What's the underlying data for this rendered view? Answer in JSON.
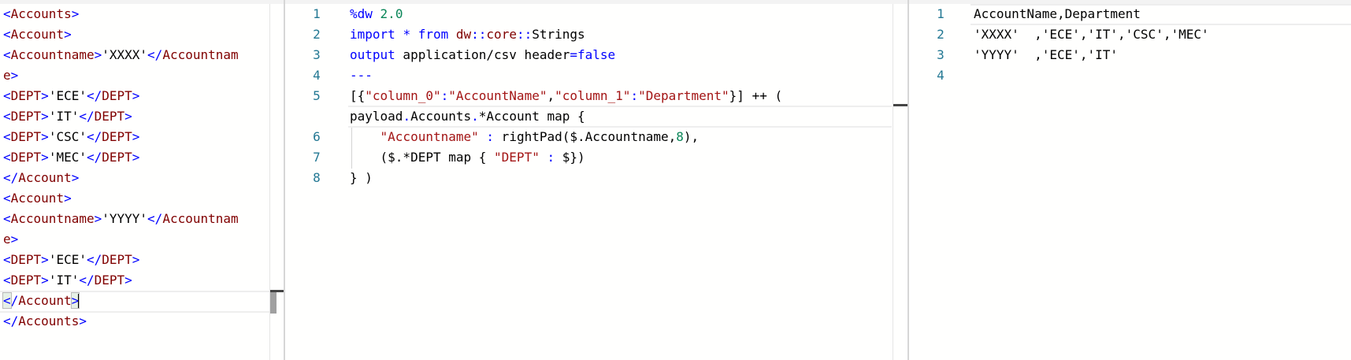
{
  "left_pane": {
    "name": "XML input payload",
    "lines": [
      [
        {
          "t": "<",
          "c": "punc"
        },
        {
          "t": "Accounts",
          "c": "tag"
        },
        {
          "t": ">",
          "c": "punc"
        }
      ],
      [
        {
          "t": "<",
          "c": "punc"
        },
        {
          "t": "Account",
          "c": "tag"
        },
        {
          "t": ">",
          "c": "punc"
        }
      ],
      [
        {
          "t": "<",
          "c": "punc"
        },
        {
          "t": "Accountname",
          "c": "tag"
        },
        {
          "t": ">",
          "c": "punc"
        },
        {
          "t": "'XXXX'",
          "c": "txt"
        },
        {
          "t": "</",
          "c": "punc"
        },
        {
          "t": "Accountnam",
          "c": "tag"
        }
      ],
      [
        {
          "t": "e",
          "c": "tag"
        },
        {
          "t": ">",
          "c": "punc"
        }
      ],
      [
        {
          "t": "<",
          "c": "punc"
        },
        {
          "t": "DEPT",
          "c": "tag"
        },
        {
          "t": ">",
          "c": "punc"
        },
        {
          "t": "'ECE'",
          "c": "txt"
        },
        {
          "t": "</",
          "c": "punc"
        },
        {
          "t": "DEPT",
          "c": "tag"
        },
        {
          "t": ">",
          "c": "punc"
        }
      ],
      [
        {
          "t": "<",
          "c": "punc"
        },
        {
          "t": "DEPT",
          "c": "tag"
        },
        {
          "t": ">",
          "c": "punc"
        },
        {
          "t": "'IT'",
          "c": "txt"
        },
        {
          "t": "</",
          "c": "punc"
        },
        {
          "t": "DEPT",
          "c": "tag"
        },
        {
          "t": ">",
          "c": "punc"
        }
      ],
      [
        {
          "t": "<",
          "c": "punc"
        },
        {
          "t": "DEPT",
          "c": "tag"
        },
        {
          "t": ">",
          "c": "punc"
        },
        {
          "t": "'CSC'",
          "c": "txt"
        },
        {
          "t": "</",
          "c": "punc"
        },
        {
          "t": "DEPT",
          "c": "tag"
        },
        {
          "t": ">",
          "c": "punc"
        }
      ],
      [
        {
          "t": "<",
          "c": "punc"
        },
        {
          "t": "DEPT",
          "c": "tag"
        },
        {
          "t": ">",
          "c": "punc"
        },
        {
          "t": "'MEC'",
          "c": "txt"
        },
        {
          "t": "</",
          "c": "punc"
        },
        {
          "t": "DEPT",
          "c": "tag"
        },
        {
          "t": ">",
          "c": "punc"
        }
      ],
      [
        {
          "t": "</",
          "c": "punc"
        },
        {
          "t": "Account",
          "c": "tag"
        },
        {
          "t": ">",
          "c": "punc"
        }
      ],
      [
        {
          "t": "<",
          "c": "punc"
        },
        {
          "t": "Account",
          "c": "tag"
        },
        {
          "t": ">",
          "c": "punc"
        }
      ],
      [
        {
          "t": "<",
          "c": "punc"
        },
        {
          "t": "Accountname",
          "c": "tag"
        },
        {
          "t": ">",
          "c": "punc"
        },
        {
          "t": "'YYYY'",
          "c": "txt"
        },
        {
          "t": "</",
          "c": "punc"
        },
        {
          "t": "Accountnam",
          "c": "tag"
        }
      ],
      [
        {
          "t": "e",
          "c": "tag"
        },
        {
          "t": ">",
          "c": "punc"
        }
      ],
      [
        {
          "t": "<",
          "c": "punc"
        },
        {
          "t": "DEPT",
          "c": "tag"
        },
        {
          "t": ">",
          "c": "punc"
        },
        {
          "t": "'ECE'",
          "c": "txt"
        },
        {
          "t": "</",
          "c": "punc"
        },
        {
          "t": "DEPT",
          "c": "tag"
        },
        {
          "t": ">",
          "c": "punc"
        }
      ],
      [
        {
          "t": "<",
          "c": "punc"
        },
        {
          "t": "DEPT",
          "c": "tag"
        },
        {
          "t": ">",
          "c": "punc"
        },
        {
          "t": "'IT'",
          "c": "txt"
        },
        {
          "t": "</",
          "c": "punc"
        },
        {
          "t": "DEPT",
          "c": "tag"
        },
        {
          "t": ">",
          "c": "punc"
        }
      ],
      [
        {
          "t": "<",
          "c": "punc bracket-match"
        },
        {
          "t": "/",
          "c": "punc"
        },
        {
          "t": "Account",
          "c": "tag"
        },
        {
          "t": ">",
          "c": "punc bracket-match"
        },
        {
          "t": "",
          "c": "caret"
        }
      ],
      [
        {
          "t": "</",
          "c": "punc"
        },
        {
          "t": "Accounts",
          "c": "tag"
        },
        {
          "t": ">",
          "c": "punc"
        }
      ]
    ],
    "current_line_index": 14
  },
  "middle_pane": {
    "name": "DataWeave script editor",
    "lines": [
      {
        "num": "1",
        "tokens": [
          {
            "t": "%dw",
            "c": "kw"
          },
          {
            "t": " ",
            "c": "txt"
          },
          {
            "t": "2.0",
            "c": "num"
          }
        ]
      },
      {
        "num": "2",
        "tokens": [
          {
            "t": "import",
            "c": "kw"
          },
          {
            "t": " ",
            "c": "txt"
          },
          {
            "t": "*",
            "c": "op"
          },
          {
            "t": " ",
            "c": "txt"
          },
          {
            "t": "from",
            "c": "kw"
          },
          {
            "t": " ",
            "c": "txt"
          },
          {
            "t": "dw",
            "c": "ns"
          },
          {
            "t": "::",
            "c": "op"
          },
          {
            "t": "core",
            "c": "ns"
          },
          {
            "t": "::",
            "c": "op"
          },
          {
            "t": "Strings",
            "c": "txt"
          }
        ]
      },
      {
        "num": "3",
        "tokens": [
          {
            "t": "output",
            "c": "kw"
          },
          {
            "t": " application/csv header",
            "c": "txt"
          },
          {
            "t": "=",
            "c": "op"
          },
          {
            "t": "false",
            "c": "kw"
          }
        ]
      },
      {
        "num": "4",
        "tokens": [
          {
            "t": "---",
            "c": "kw"
          }
        ]
      },
      {
        "num": "5",
        "tokens": [
          {
            "t": "[{",
            "c": "txt"
          },
          {
            "t": "\"column_0\"",
            "c": "str"
          },
          {
            "t": ":",
            "c": "op"
          },
          {
            "t": "\"AccountName\"",
            "c": "str"
          },
          {
            "t": ",",
            "c": "txt"
          },
          {
            "t": "\"column_1\"",
            "c": "str"
          },
          {
            "t": ":",
            "c": "op"
          },
          {
            "t": "\"Department\"",
            "c": "str"
          },
          {
            "t": "}] ++ (",
            "c": "txt"
          }
        ]
      },
      {
        "num": "",
        "tokens": [
          {
            "t": "payload",
            "c": "txt"
          },
          {
            "t": ".",
            "c": "op"
          },
          {
            "t": "Accounts",
            "c": "txt"
          },
          {
            "t": ".",
            "c": "op"
          },
          {
            "t": "*Account map {",
            "c": "txt"
          }
        ]
      },
      {
        "num": "6",
        "tokens": [
          {
            "t": "    ",
            "c": "txt"
          },
          {
            "t": "\"Accountname\"",
            "c": "str"
          },
          {
            "t": " ",
            "c": "txt"
          },
          {
            "t": ":",
            "c": "op"
          },
          {
            "t": " rightPad($.Accountname,",
            "c": "txt"
          },
          {
            "t": "8",
            "c": "num"
          },
          {
            "t": "),",
            "c": "txt"
          }
        ]
      },
      {
        "num": "7",
        "tokens": [
          {
            "t": "    ($.*DEPT map { ",
            "c": "txt"
          },
          {
            "t": "\"DEPT\"",
            "c": "str"
          },
          {
            "t": " ",
            "c": "txt"
          },
          {
            "t": ":",
            "c": "op"
          },
          {
            "t": " $})",
            "c": "txt"
          }
        ]
      },
      {
        "num": "8",
        "tokens": [
          {
            "t": "} )",
            "c": "txt"
          }
        ]
      }
    ],
    "current_line_index": 5
  },
  "right_pane": {
    "name": "CSV output preview",
    "lines": [
      {
        "num": "1",
        "text": "AccountName,Department"
      },
      {
        "num": "2",
        "text": "'XXXX'  ,'ECE','IT','CSC','MEC'"
      },
      {
        "num": "3",
        "text": "'YYYY'  ,'ECE','IT'"
      },
      {
        "num": "4",
        "text": ""
      }
    ],
    "current_line_index": 0
  },
  "colors": {
    "tag": "#800000",
    "punctuation": "#0000ff",
    "keyword": "#0000ff",
    "string": "#a31515",
    "number": "#098658",
    "line_number": "#237893"
  }
}
